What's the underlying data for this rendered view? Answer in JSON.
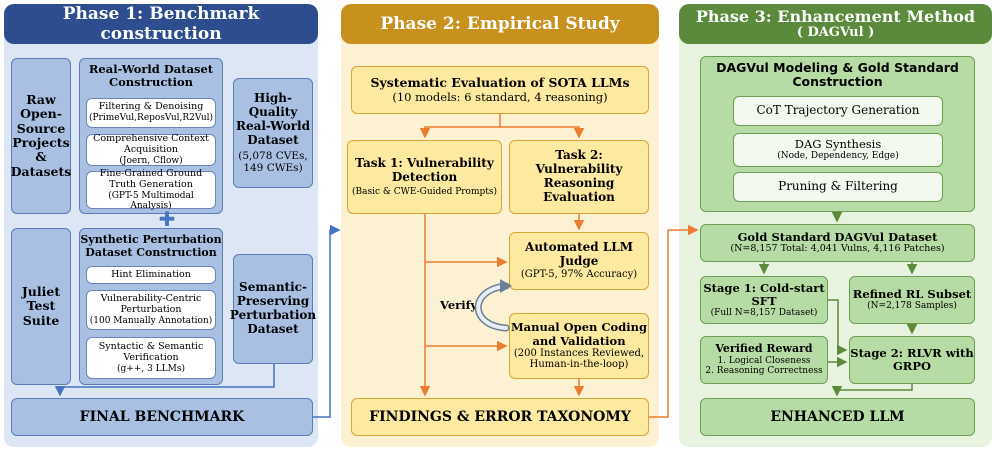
{
  "phase1": {
    "header": "Phase 1: Benchmark construction",
    "raw_source": "Raw Open-Source Projects & Datasets",
    "real_world_title": "Real-World Dataset Construction",
    "filtering_title": "Filtering & Denoising",
    "filtering_sub": "(PrimeVul,ReposVul,R2Vul)",
    "context_title": "Comprehensive Context Acquisition",
    "context_sub": "(Joern, Cflow)",
    "ground_truth_title": "Fine-Grained Ground Truth Generation",
    "ground_truth_sub": "(GPT-5 Multimodal Analysis)",
    "hq_title": "High-Quality Real-World Dataset",
    "hq_sub": "(5,078 CVEs, 149 CWEs)",
    "plus": "✚",
    "juliet": "Juliet Test Suite",
    "synthetic_title": "Synthetic Perturbation Dataset Construction",
    "hint": "Hint Elimination",
    "vcp_title": "Vulnerability-Centric Perturbation",
    "vcp_sub": "(100 Manually Annotation)",
    "ssv_title": "Syntactic & Semantic Verification",
    "ssv_sub": "(g++, 3 LLMs)",
    "spp": "Semantic-Preserving Perturbation Dataset",
    "final": "FINAL BENCHMARK"
  },
  "phase2": {
    "header": "Phase 2: Empirical Study",
    "sys_title": "Systematic Evaluation of SOTA LLMs",
    "sys_sub": "(10 models: 6 standard, 4 reasoning)",
    "task1_title": "Task 1: Vulnerability Detection",
    "task1_sub": "(Basic & CWE-Guided Prompts)",
    "task2_title": "Task 2: Vulnerability Reasoning Evaluation",
    "judge_title": "Automated LLM Judge",
    "judge_sub": "(GPT-5, 97% Accuracy)",
    "verify": "Verify",
    "manual_title": "Manual Open Coding and Validation",
    "manual_sub": "(200 Instances Reviewed, Human-in-the-loop)",
    "findings": "FINDINGS & ERROR TAXONOMY"
  },
  "phase3": {
    "header": "Phase 3: Enhancement Method",
    "header_sub": "( DAGVul )",
    "modeling_title": "DAGVul Modeling & Gold Standard Construction",
    "cot": "CoT Trajectory Generation",
    "dag_title": "DAG Synthesis",
    "dag_sub": "(Node, Dependency, Edge)",
    "pruning": "Pruning & Filtering",
    "gold_title": "Gold Standard DAGVul Dataset",
    "gold_sub": "(N=8,157 Total: 4,041 Vulns, 4,116 Patches)",
    "stage1_title": "Stage 1: Cold-start SFT",
    "stage1_sub": "(Full N=8,157 Dataset)",
    "rl_title": "Refined RL Subset",
    "rl_sub": "(N=2,178 Samples)",
    "reward_title": "Verified Reward",
    "reward_item1": "1. Logical Closeness",
    "reward_item2": "2. Reasoning Correctness",
    "stage2_title": "Stage 2: RLVR with GRPO",
    "enhanced": "ENHANCED LLM"
  },
  "colors": {
    "phase1_header": "#2e4d8e",
    "phase2_header": "#c8901c",
    "phase3_header": "#5b8a3c",
    "connector_blue": "#4472c4",
    "connector_orange": "#ed7d31"
  }
}
